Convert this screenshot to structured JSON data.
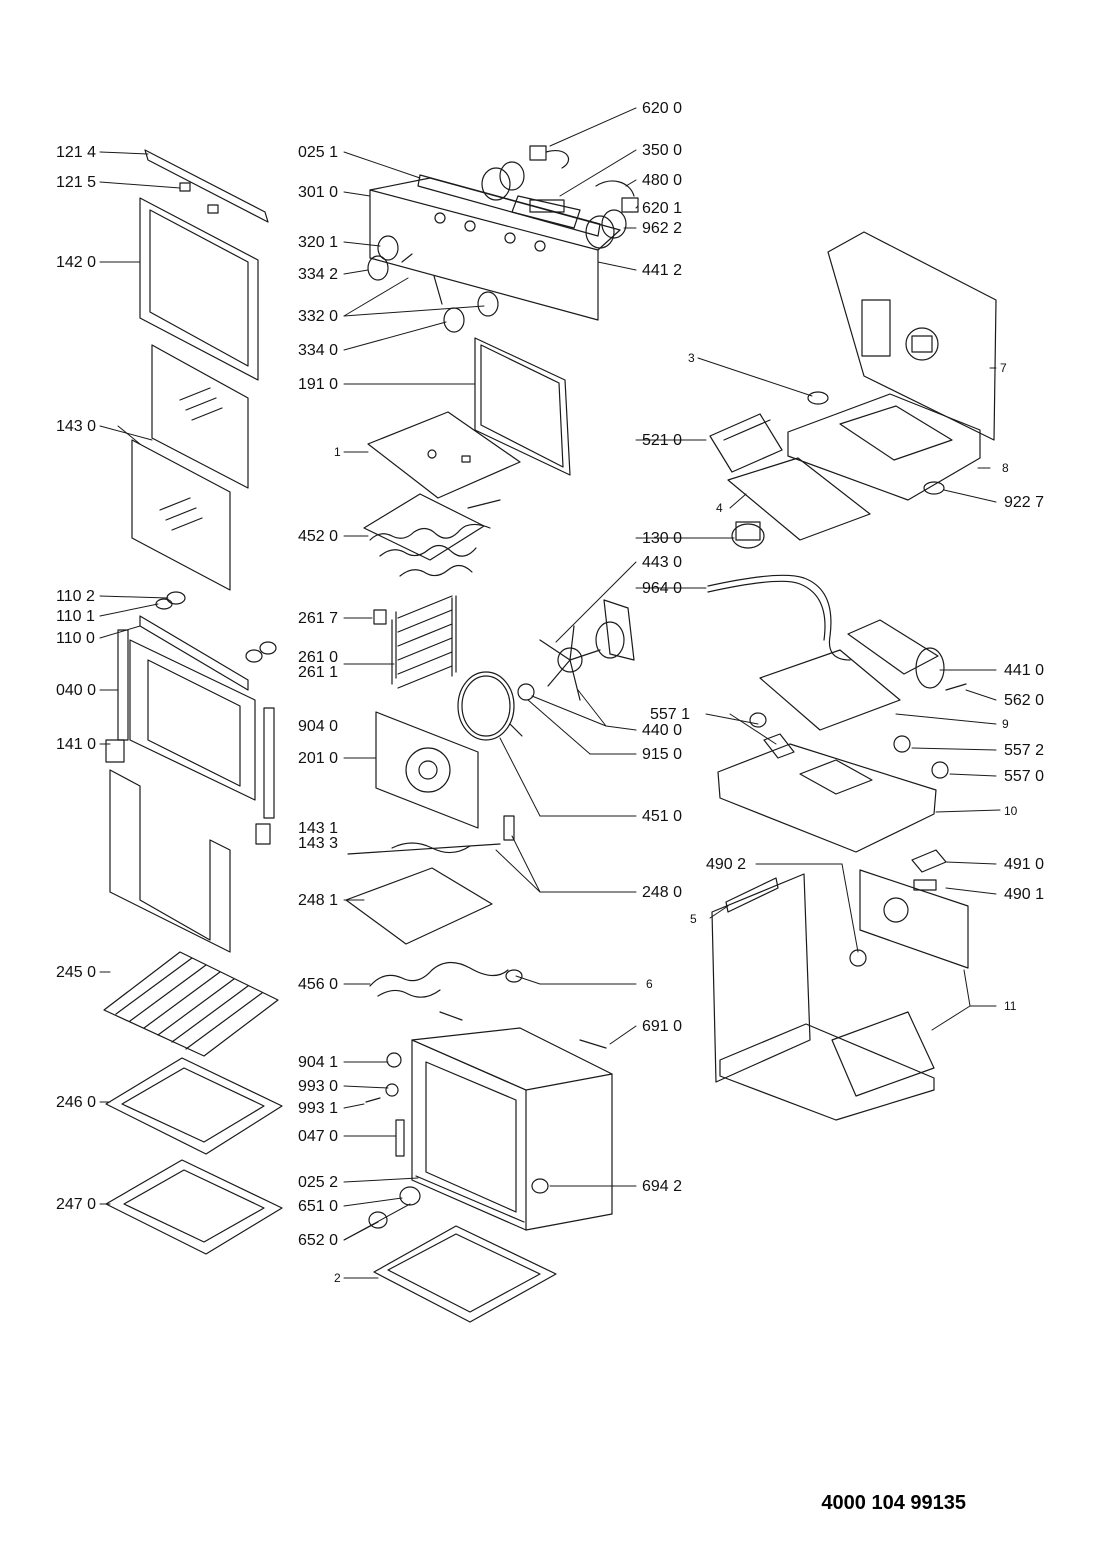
{
  "document_number": "4000 104 99135",
  "parts": [
    {
      "id": "p1214",
      "label": "121 4"
    },
    {
      "id": "p1215",
      "label": "121 5"
    },
    {
      "id": "p1420",
      "label": "142 0"
    },
    {
      "id": "p1430",
      "label": "143 0"
    },
    {
      "id": "p1102",
      "label": "110 2"
    },
    {
      "id": "p1101",
      "label": "110 1"
    },
    {
      "id": "p1100",
      "label": "110 0"
    },
    {
      "id": "p0400",
      "label": "040 0"
    },
    {
      "id": "p1410",
      "label": "141 0"
    },
    {
      "id": "p2450",
      "label": "245 0"
    },
    {
      "id": "p2460",
      "label": "246 0"
    },
    {
      "id": "p2470",
      "label": "247 0"
    },
    {
      "id": "p0251",
      "label": "025 1"
    },
    {
      "id": "p3010",
      "label": "301 0"
    },
    {
      "id": "p3201",
      "label": "320 1"
    },
    {
      "id": "p3342",
      "label": "334 2"
    },
    {
      "id": "p3320",
      "label": "332 0"
    },
    {
      "id": "p3340",
      "label": "334 0"
    },
    {
      "id": "p1910",
      "label": "191 0"
    },
    {
      "id": "p1",
      "label": "1"
    },
    {
      "id": "p4520",
      "label": "452 0"
    },
    {
      "id": "p2617",
      "label": "261 7"
    },
    {
      "id": "p2610",
      "label": "261 0"
    },
    {
      "id": "p2611",
      "label": "261 1"
    },
    {
      "id": "p9040",
      "label": "904 0"
    },
    {
      "id": "p2010",
      "label": "201 0"
    },
    {
      "id": "p1431",
      "label": "143 1"
    },
    {
      "id": "p1433",
      "label": "143 3"
    },
    {
      "id": "p2481",
      "label": "248 1"
    },
    {
      "id": "p4560",
      "label": "456 0"
    },
    {
      "id": "p9041",
      "label": "904 1"
    },
    {
      "id": "p9930",
      "label": "993 0"
    },
    {
      "id": "p9931",
      "label": "993 1"
    },
    {
      "id": "p0470",
      "label": "047 0"
    },
    {
      "id": "p0252",
      "label": "025 2"
    },
    {
      "id": "p6510",
      "label": "651 0"
    },
    {
      "id": "p6520",
      "label": "652 0"
    },
    {
      "id": "p2",
      "label": "2"
    },
    {
      "id": "p6200",
      "label": "620 0"
    },
    {
      "id": "p3500",
      "label": "350 0"
    },
    {
      "id": "p4800",
      "label": "480 0"
    },
    {
      "id": "p6201",
      "label": "620 1"
    },
    {
      "id": "p9622",
      "label": "962 2"
    },
    {
      "id": "p4412",
      "label": "441 2"
    },
    {
      "id": "p5210",
      "label": "521 0"
    },
    {
      "id": "p4",
      "label": "4"
    },
    {
      "id": "p1300",
      "label": "130 0"
    },
    {
      "id": "p4430",
      "label": "443 0"
    },
    {
      "id": "p9640",
      "label": "964 0"
    },
    {
      "id": "p4400",
      "label": "440 0"
    },
    {
      "id": "p9150",
      "label": "915 0"
    },
    {
      "id": "p4510",
      "label": "451 0"
    },
    {
      "id": "p2480",
      "label": "248 0"
    },
    {
      "id": "p6",
      "label": "6"
    },
    {
      "id": "p6910",
      "label": "691 0"
    },
    {
      "id": "p6942",
      "label": "694 2"
    },
    {
      "id": "p3",
      "label": "3"
    },
    {
      "id": "p7",
      "label": "7"
    },
    {
      "id": "p8",
      "label": "8"
    },
    {
      "id": "p9227",
      "label": "922 7"
    },
    {
      "id": "p4410",
      "label": "441 0"
    },
    {
      "id": "p5620",
      "label": "562 0"
    },
    {
      "id": "p9",
      "label": "9"
    },
    {
      "id": "p5571",
      "label": "557 1"
    },
    {
      "id": "p5572",
      "label": "557 2"
    },
    {
      "id": "p5570",
      "label": "557 0"
    },
    {
      "id": "p10",
      "label": "10"
    },
    {
      "id": "p4910",
      "label": "491 0"
    },
    {
      "id": "p4902",
      "label": "490 2"
    },
    {
      "id": "p4901",
      "label": "490 1"
    },
    {
      "id": "p5",
      "label": "5"
    },
    {
      "id": "p11",
      "label": "11"
    }
  ]
}
